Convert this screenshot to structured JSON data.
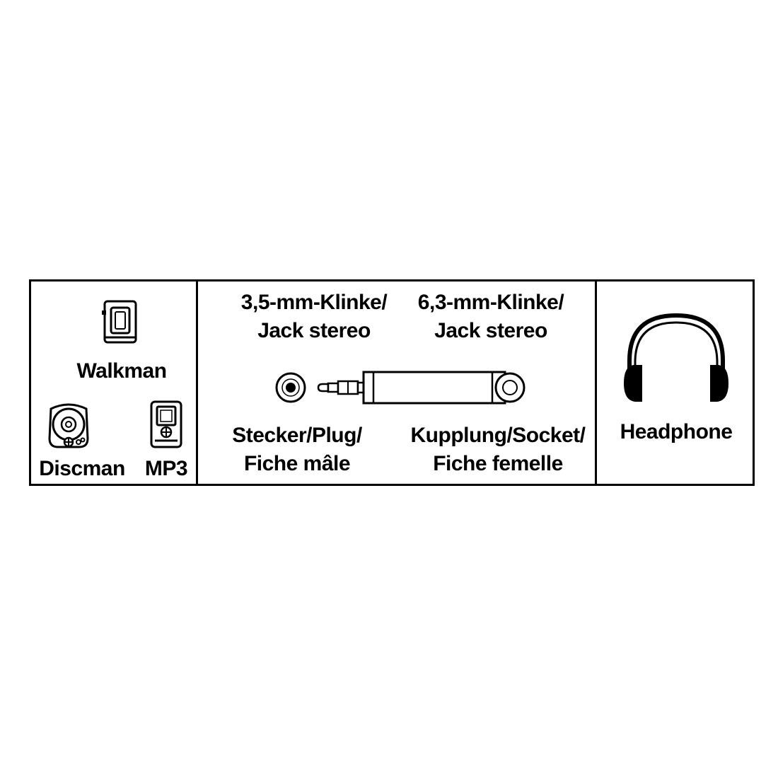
{
  "devices": {
    "walkman": {
      "label": "Walkman",
      "icon": "walkman-icon"
    },
    "discman": {
      "label": "Discman",
      "icon": "discman-icon"
    },
    "mp3": {
      "label": "MP3",
      "icon": "mp3-player-icon"
    }
  },
  "adapter": {
    "left_top": [
      "3,5-mm-Klinke/",
      "Jack stereo"
    ],
    "right_top": [
      "6,3-mm-Klinke/",
      "Jack stereo"
    ],
    "left_bottom": [
      "Stecker/Plug/",
      "Fiche mâle"
    ],
    "right_bottom": [
      "Kupplung/Socket/",
      "Fiche femelle"
    ],
    "icons": [
      "plug-face-icon",
      "jack-adapter-icon",
      "socket-face-icon"
    ]
  },
  "output": {
    "label": "Headphone",
    "icon": "headphones-icon"
  },
  "colors": {
    "line": "#000000",
    "background": "#ffffff"
  }
}
